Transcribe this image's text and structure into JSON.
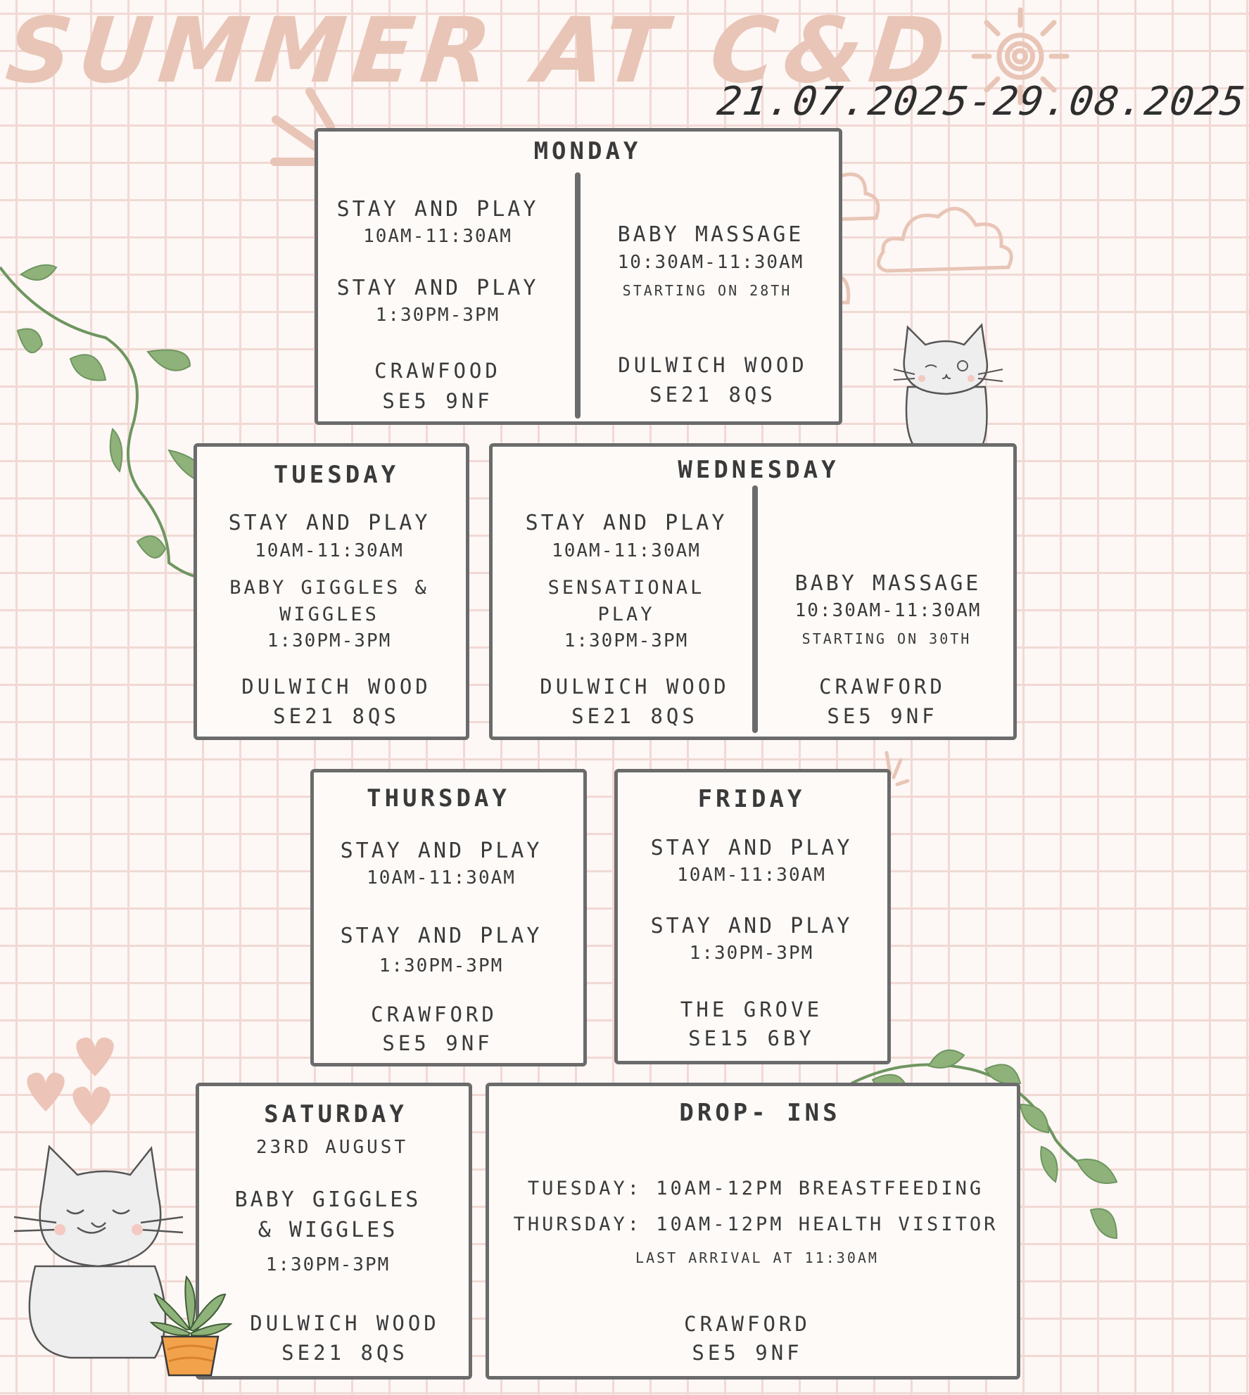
{
  "header": {
    "title": "SUMMER AT C&D",
    "dates": "21.07.2025-29.08.2025"
  },
  "monday": {
    "day": "MONDAY",
    "left": {
      "act1": "STAY AND PLAY",
      "time1": "10AM-11:30AM",
      "act2": "STAY AND PLAY",
      "time2": "1:30PM-3PM",
      "loc1": "CRAWFOOD",
      "loc2": "SE5 9NF"
    },
    "right": {
      "act1": "BABY MASSAGE",
      "time1": "10:30AM-11:30AM",
      "note": "STARTING ON 28TH",
      "loc1": "DULWICH WOOD",
      "loc2": "SE21 8QS"
    }
  },
  "tuesday": {
    "day": "TUESDAY",
    "act1": "STAY AND PLAY",
    "time1": "10AM-11:30AM",
    "act2a": "BABY GIGGLES &",
    "act2b": "WIGGLES",
    "time2": "1:30PM-3PM",
    "loc1": "DULWICH WOOD",
    "loc2": "SE21 8QS"
  },
  "wednesday": {
    "day": "WEDNESDAY",
    "left": {
      "act1": "STAY AND PLAY",
      "time1": "10AM-11:30AM",
      "act2a": "SENSATIONAL",
      "act2b": "PLAY",
      "time2": "1:30PM-3PM",
      "loc1": "DULWICH WOOD",
      "loc2": "SE21 8QS"
    },
    "right": {
      "act1": "BABY MASSAGE",
      "time1": "10:30AM-11:30AM",
      "note": "STARTING ON 30TH",
      "loc1": "CRAWFORD",
      "loc2": "SE5 9NF"
    }
  },
  "thursday": {
    "day": "THURSDAY",
    "act1": "STAY AND PLAY",
    "time1": "10AM-11:30AM",
    "act2": "STAY AND PLAY",
    "time2": "1:30PM-3PM",
    "loc1": "CRAWFORD",
    "loc2": "SE5 9NF"
  },
  "friday": {
    "day": "FRIDAY",
    "act1": "STAY AND PLAY",
    "time1": "10AM-11:30AM",
    "act2": "STAY AND PLAY",
    "time2": "1:30PM-3PM",
    "loc1": "THE GROVE",
    "loc2": "SE15 6BY"
  },
  "saturday": {
    "day": "SATURDAY",
    "date": "23RD AUGUST",
    "act1a": "BABY GIGGLES",
    "act1b": "& WIGGLES",
    "time1": "1:30PM-3PM",
    "loc1": "DULWICH WOOD",
    "loc2": "SE21 8QS"
  },
  "dropins": {
    "title": "DROP- INS",
    "line1": "TUESDAY: 10AM-12PM BREASTFEEDING",
    "line2": "THURSDAY: 10AM-12PM HEALTH VISITOR",
    "note": "LAST ARRIVAL AT 11:30AM",
    "loc1": "CRAWFORD",
    "loc2": "SE5 9NF"
  },
  "colors": {
    "accent": "#e8c5b6",
    "border": "#6b6b6b",
    "leaf": "#8fb27a",
    "stem": "#6e9660"
  },
  "icons": [
    "sun-icon",
    "cloud-icon",
    "cat-icon",
    "vine-icon",
    "heart-icon",
    "plant-pot-icon",
    "sparkle-icon"
  ]
}
